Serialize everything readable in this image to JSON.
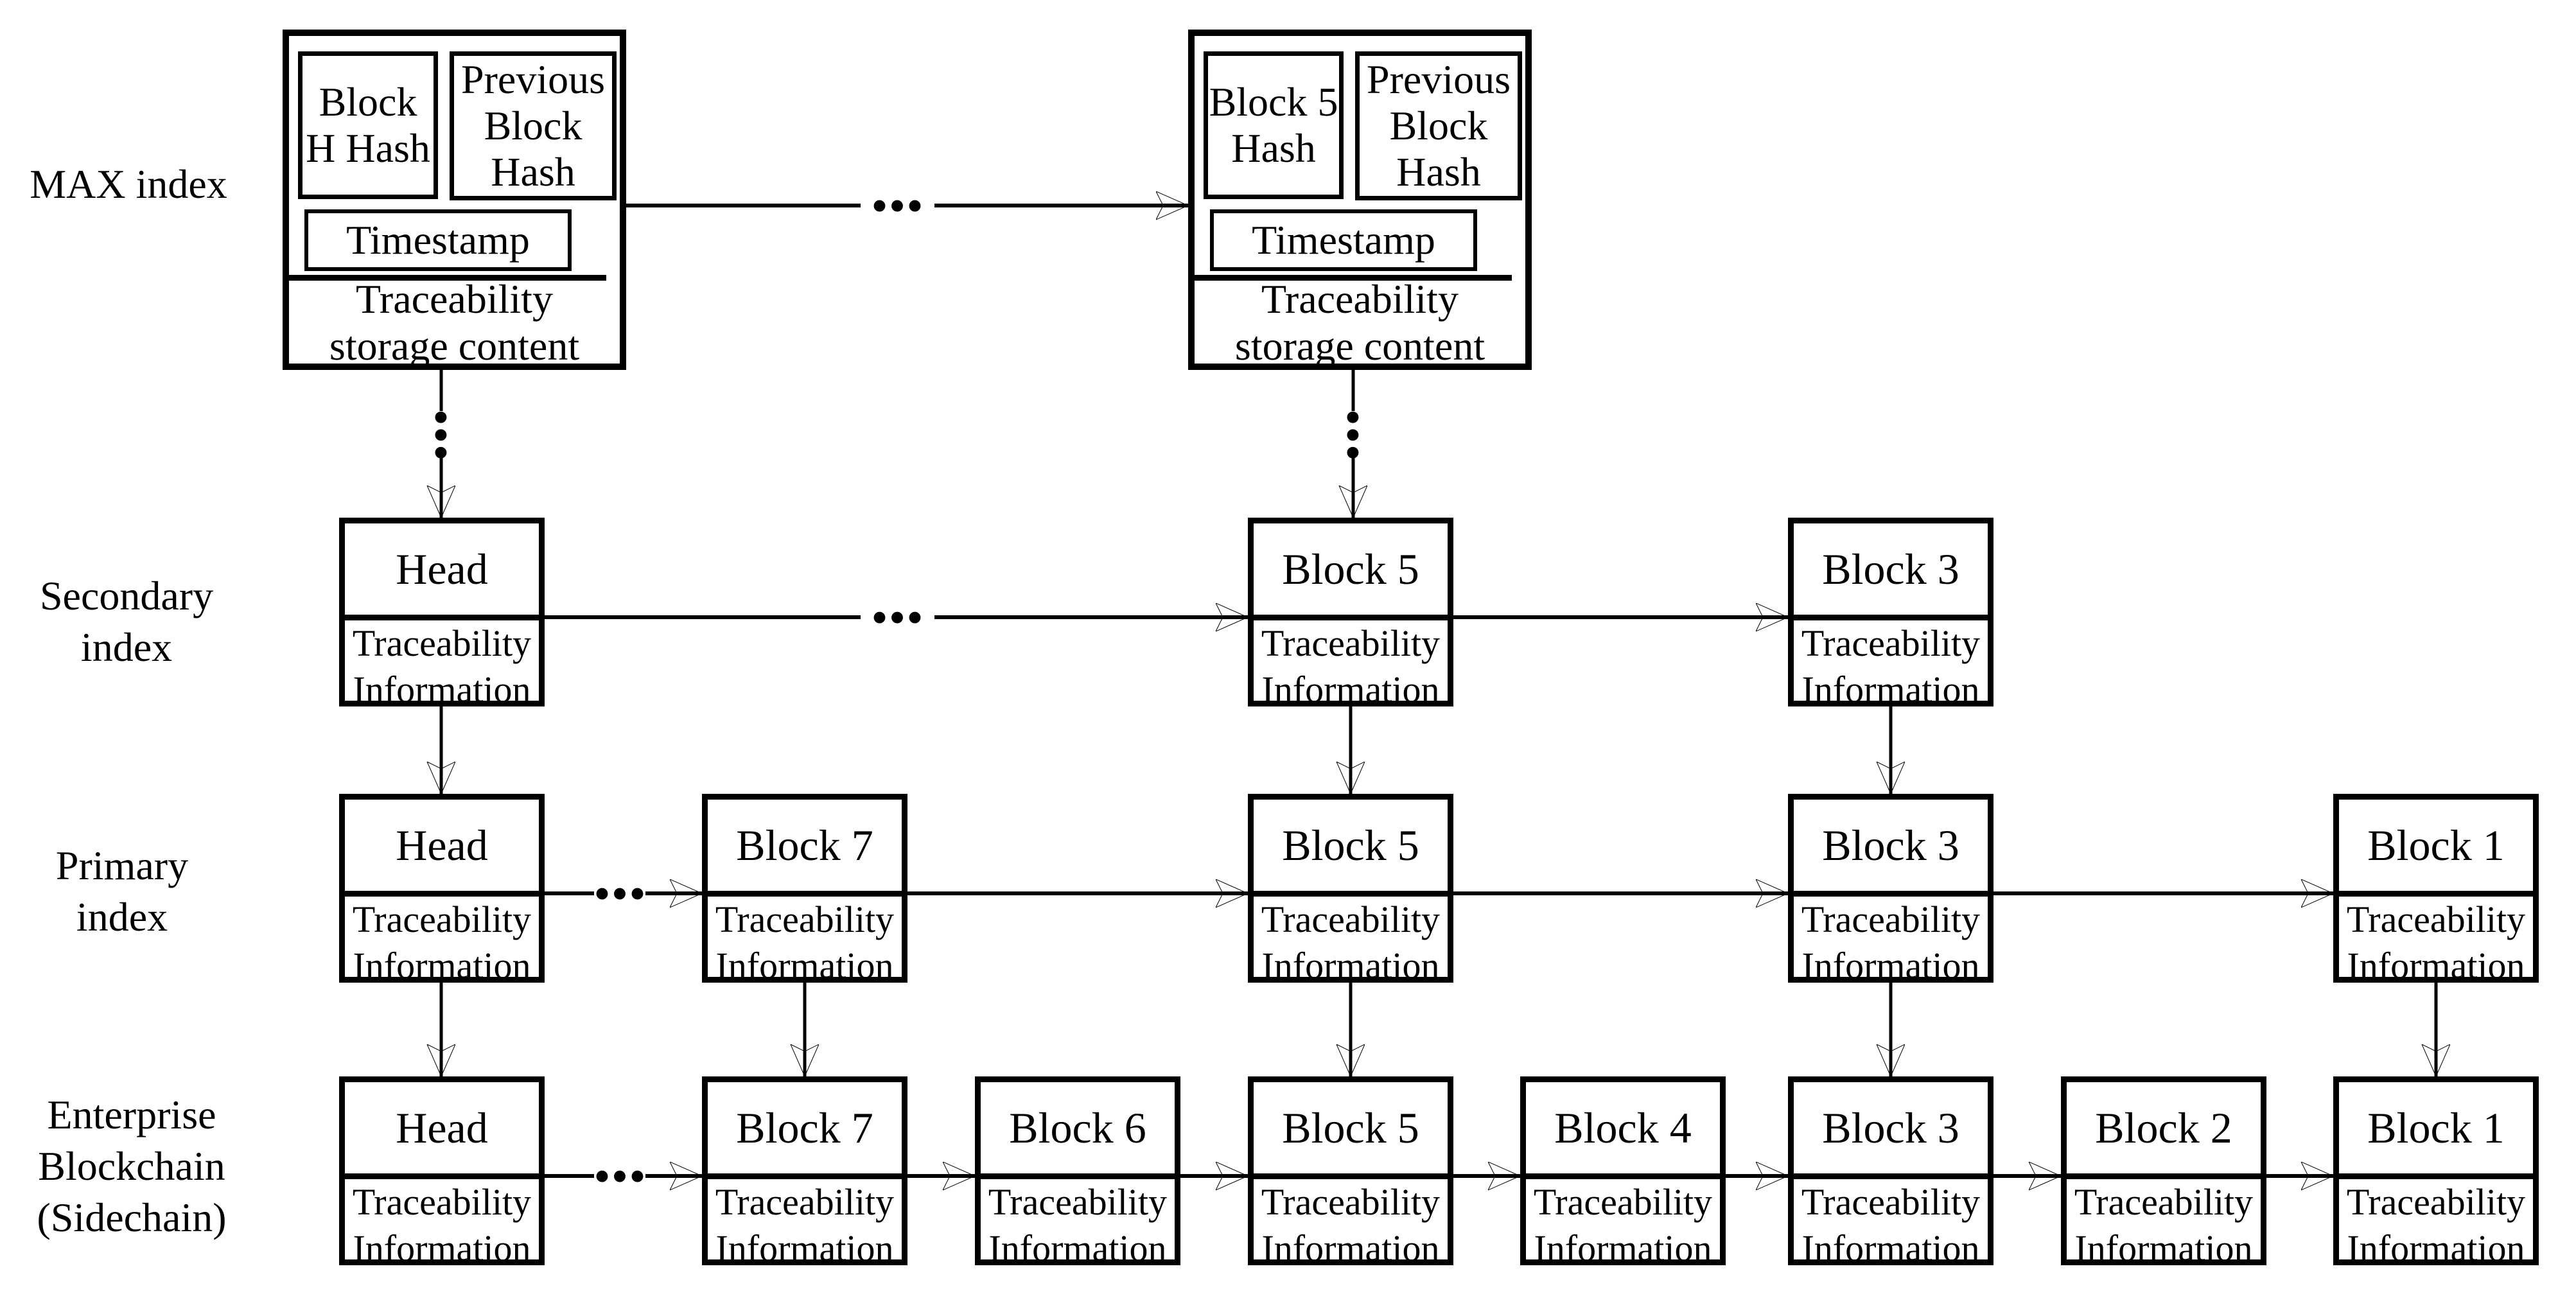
{
  "figure": {
    "background": "#ffffff",
    "ink": "#000000"
  },
  "rows": {
    "max": {
      "label": "MAX index"
    },
    "secondary": {
      "label": "Secondary\nindex"
    },
    "primary": {
      "label": "Primary\nindex"
    },
    "enterprise": {
      "label": "Enterprise\nBlockchain\n(Sidechain)"
    }
  },
  "max_blocks": [
    {
      "block_hash": "Block\nH Hash",
      "previous_hash": "Previous\nBlock\nHash",
      "timestamp": "Timestamp",
      "content": "Traceability\nstorage content"
    },
    {
      "block_hash": "Block 5\nHash",
      "previous_hash": "Previous\nBlock\nHash",
      "timestamp": "Timestamp",
      "content": "Traceability\nstorage content"
    }
  ],
  "secondary_blocks": [
    {
      "title": "Head",
      "body": "Traceability\nInformation"
    },
    {
      "title": "Block 5",
      "body": "Traceability\nInformation"
    },
    {
      "title": "Block 3",
      "body": "Traceability\nInformation"
    }
  ],
  "primary_blocks": [
    {
      "title": "Head",
      "body": "Traceability\nInformation"
    },
    {
      "title": "Block 7",
      "body": "Traceability\nInformation"
    },
    {
      "title": "Block 5",
      "body": "Traceability\nInformation"
    },
    {
      "title": "Block 3",
      "body": "Traceability\nInformation"
    },
    {
      "title": "Block 1",
      "body": "Traceability\nInformation"
    }
  ],
  "enterprise_blocks": [
    {
      "title": "Head",
      "body": "Traceability\nInformation"
    },
    {
      "title": "Block 7",
      "body": "Traceability\nInformation"
    },
    {
      "title": "Block 6",
      "body": "Traceability\nInformation"
    },
    {
      "title": "Block 5",
      "body": "Traceability\nInformation"
    },
    {
      "title": "Block 4",
      "body": "Traceability\nInformation"
    },
    {
      "title": "Block 3",
      "body": "Traceability\nInformation"
    },
    {
      "title": "Block 2",
      "body": "Traceability\nInformation"
    },
    {
      "title": "Block 1",
      "body": "Traceability\nInformation"
    }
  ],
  "connectors": {
    "ellipsis": "..."
  }
}
